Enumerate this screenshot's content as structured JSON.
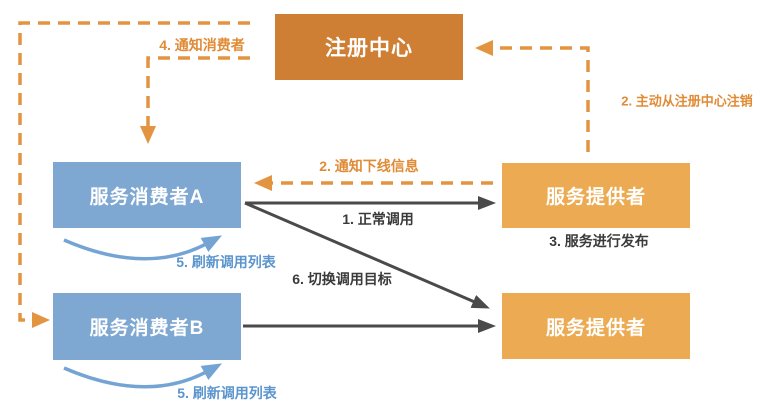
{
  "diagram_title": "service-registry-notification-flow",
  "colors": {
    "registry_box": "#ce7f33",
    "provider_box": "#ecab52",
    "consumer_box": "#7ea7d1",
    "dashed_edge_orange": "#e39440",
    "solid_edge_dark": "#4a4a4a",
    "curve_edge_blue": "#74a4d4",
    "label_orange": "#e08b36",
    "label_dark": "#3a3a3a",
    "label_blue": "#5c95cd",
    "background": "#ffffff"
  },
  "nodes": {
    "registry": {
      "label": "注册中心"
    },
    "consumer_a": {
      "label": "服务消费者A"
    },
    "consumer_b": {
      "label": "服务消费者B"
    },
    "provider_1": {
      "label": "服务提供者"
    },
    "provider_2": {
      "label": "服务提供者"
    }
  },
  "labels": {
    "notify_consumers": "4. 通知消费者",
    "deregister": "2. 主动从注册中心注销",
    "notify_offline": "2. 通知下线信息",
    "normal_call": "1. 正常调用",
    "publish": "3. 服务进行发布",
    "switch_target": "6. 切换调用目标",
    "refresh_list_a": "5. 刷新调用列表",
    "refresh_list_b": "5. 刷新调用列表"
  },
  "edges": [
    {
      "name": "registry-to-consumer-b",
      "style": "dashed",
      "note": "notify consumers via left side"
    },
    {
      "name": "registry-to-consumer-a",
      "style": "dashed",
      "note": "notify consumers"
    },
    {
      "name": "provider1-to-registry",
      "style": "dashed",
      "note": "deregister from registry"
    },
    {
      "name": "provider1-to-consumer-a",
      "style": "dashed",
      "note": "notify offline info"
    },
    {
      "name": "consumer-a-to-provider1",
      "style": "solid",
      "note": "normal call"
    },
    {
      "name": "consumer-a-to-provider2",
      "style": "solid",
      "note": "switch call target"
    },
    {
      "name": "consumer-b-to-provider2",
      "style": "solid",
      "note": "call"
    },
    {
      "name": "consumer-a-refresh",
      "style": "curve",
      "note": "refresh call list"
    },
    {
      "name": "consumer-b-refresh",
      "style": "curve",
      "note": "refresh call list"
    }
  ]
}
